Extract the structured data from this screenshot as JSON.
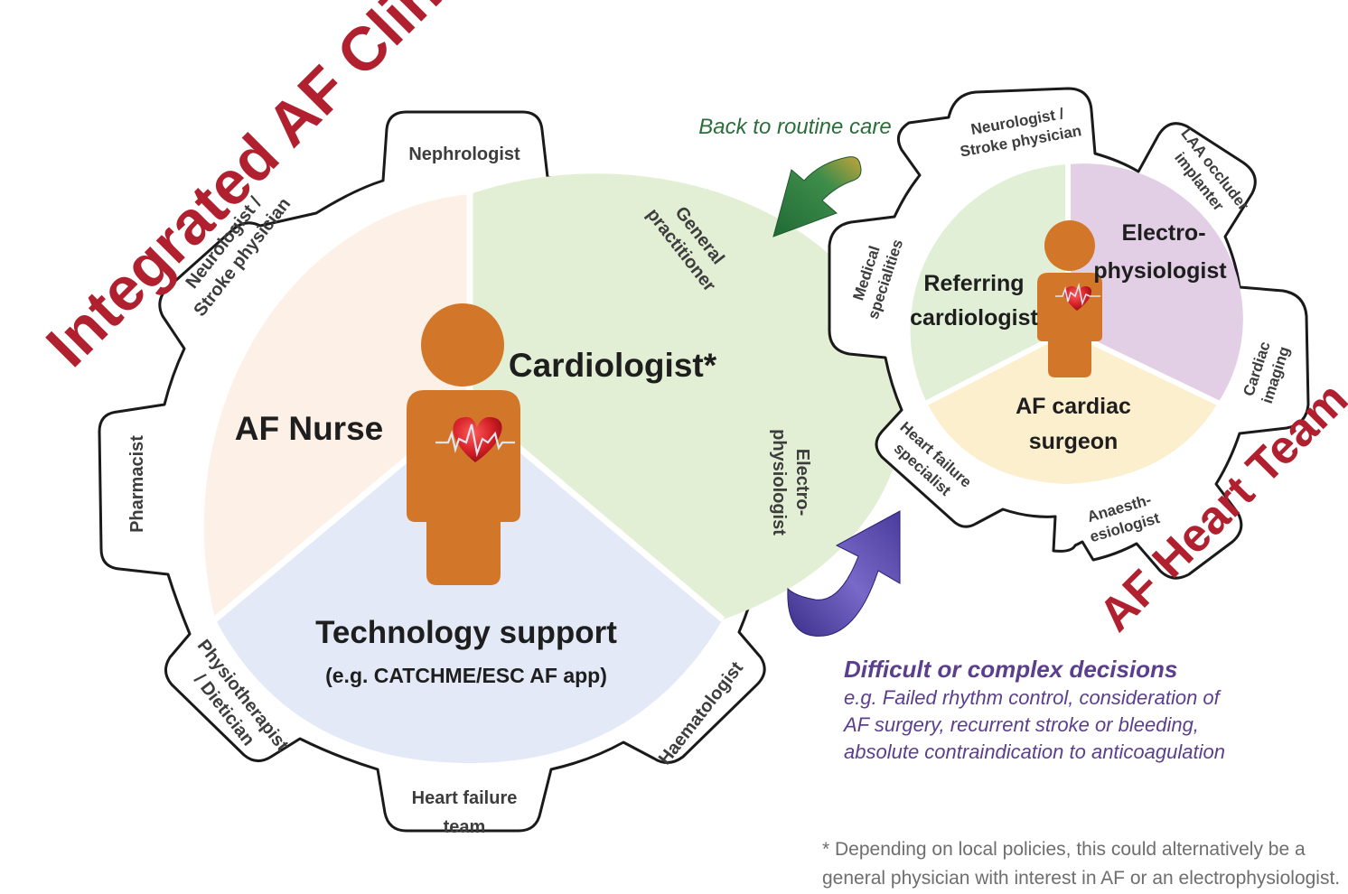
{
  "titles": {
    "clinic": "Integrated AF Clinic",
    "heart_team": "AF Heart Team"
  },
  "clinic": {
    "sectors": {
      "nurse": "AF Nurse",
      "cardiologist": "Cardiologist*",
      "tech_line1": "Technology support",
      "tech_line2": "(e.g. CATCHME/ESC AF app)"
    },
    "teeth": {
      "nephrologist": "Nephrologist",
      "gp_l1": "General",
      "gp_l2": "practitioner",
      "ep_l1": "Electro-",
      "ep_l2": "physiologist",
      "haem": "Haematologist",
      "hf_l1": "Heart failure",
      "hf_l2": "team",
      "physio_l1": "Physiotherapist",
      "physio_l2": "/ Dietician",
      "pharm": "Pharmacist",
      "neuro_l1": "Neurologist /",
      "neuro_l2": "Stroke physician"
    }
  },
  "heart_team": {
    "sectors": {
      "ref_l1": "Referring",
      "ref_l2": "cardiologist",
      "ep_l1": "Electro-",
      "ep_l2": "physiologist",
      "surg_l1": "AF cardiac",
      "surg_l2": "surgeon"
    },
    "teeth": {
      "neuro_l1": "Neurologist /",
      "neuro_l2": "Stroke physician",
      "laa_l1": "LAA occluder",
      "laa_l2": "implanter",
      "imaging_l1": "Cardiac",
      "imaging_l2": "imaging",
      "anaes_l1": "Anaesth-",
      "anaes_l2": "esiologist",
      "hf_l1": "Heart failure",
      "hf_l2": "specialist",
      "med_l1": "Medical",
      "med_l2": "specialities"
    }
  },
  "arrows": {
    "back": "Back to routine care",
    "difficult_title": "Difficult or complex decisions",
    "difficult_l1": "e.g. Failed rhythm control, consideration of",
    "difficult_l2": "AF surgery, recurrent stroke or bleeding,",
    "difficult_l3": "absolute contraindication to anticoagulation"
  },
  "footnote": {
    "l1": "* Depending on local policies, this could alternatively be a",
    "l2": "general physician with interest in AF or an electrophysiologist."
  },
  "colors": {
    "nurse": "#fdf1e7",
    "cardiologist": "#e3efd4",
    "tech": "#e3e9f6",
    "ht_ref": "#e0efd6",
    "ht_ep": "#e2cfe6",
    "ht_surg": "#fbefcd",
    "person": "#d2762a",
    "title_red": "#b0202f",
    "green_arrow": "#3a8a4a",
    "purple_arrow": "#5a4aa6",
    "purple_text": "#5b3f8c",
    "green_text": "#2c6e3a"
  }
}
